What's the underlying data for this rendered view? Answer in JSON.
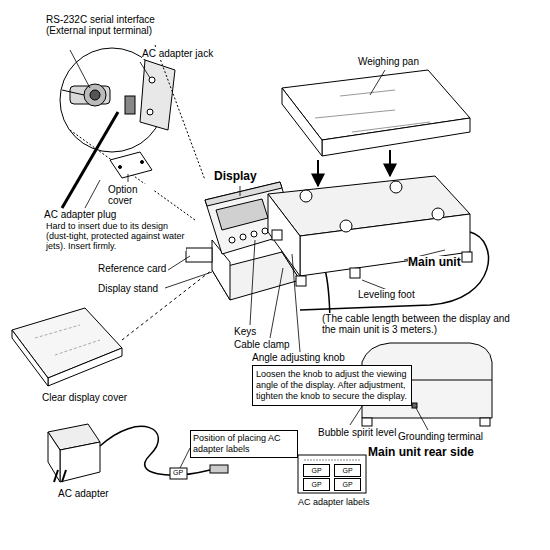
{
  "diagram": {
    "nodes": [
      {
        "text": [
          "Loosen the knob to adjust the viewing angle of the display. After adjustment, tighten the knob to secure the display."
        ]
      },
      {
        "text": [
          "Position of placing AC adapter labels"
        ]
      },
      {
        "text": [
          "GP"
        ]
      },
      {
        "text": [
          "GP"
        ]
      },
      {
        "text": [
          "GP"
        ]
      },
      {
        "text": [
          "GP"
        ]
      }
    ],
    "labels": [
      "RS-232C serial interface (External input terminal)",
      "AC adapter jack",
      "Weighing pan",
      "Display",
      "Option cover",
      "AC adapter plug",
      "Hard to insert due to its design (dust-tight, protected against water jets). Insert firmly.",
      "Reference card",
      "Display stand",
      "Main unit",
      "Leveling foot",
      "(The cable length between the display and the main unit is 3 meters.)",
      "Keys",
      "Cable clamp",
      "Angle adjusting knob",
      "Clear display cover",
      "Bubble spirit level",
      "Grounding terminal",
      "Main unit rear side",
      "AC adapter",
      "AC adapter labels",
      "GP"
    ]
  }
}
